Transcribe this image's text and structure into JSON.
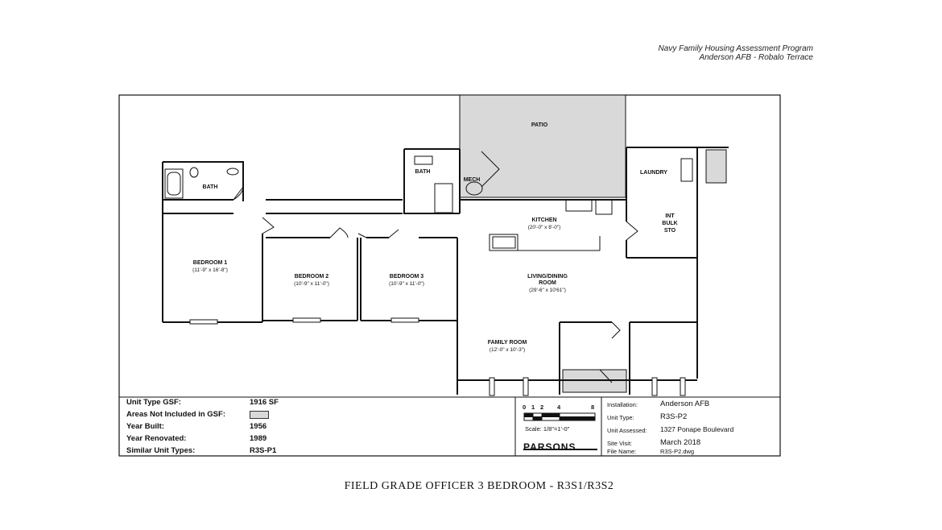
{
  "header": {
    "line1": "Navy Family Housing Assessment Program",
    "line2": "Anderson AFB - Robalo Terrace"
  },
  "rooms": {
    "patio": "PATIO",
    "bath_left": "BATH",
    "bath_center": "BATH",
    "mech": "MECH",
    "laundry": "LAUNDRY",
    "int_bulk_sto": [
      "INT",
      "BULK",
      "STO"
    ],
    "kitchen": "KITCHEN",
    "kitchen_dim": "(20'-0\" x 8'-0\")",
    "bedroom1": "BEDROOM 1",
    "bedroom1_dim": "(11'-9\" x 16'-8\")",
    "bedroom2": "BEDROOM 2",
    "bedroom2_dim": "(10'-9\" x 11'-0\")",
    "bedroom3": "BEDROOM 3",
    "bedroom3_dim": "(10'-9\" x 11'-0\")",
    "living": [
      "LIVING/DINING",
      "ROOM"
    ],
    "living_dim": "(29'-6\" x 10'61\")",
    "family": "FAMILY ROOM",
    "family_dim": "(12'-0\" x 10'-3\")"
  },
  "unit_info": {
    "type_gsf_label": "Unit Type GSF:",
    "type_gsf_value": "1916 SF",
    "areas_label": "Areas Not Included in GSF:",
    "year_built_label": "Year Built:",
    "year_built_value": "1956",
    "year_renovated_label": "Year Renovated:",
    "year_renovated_value": "1989",
    "similar_label": "Similar Unit Types:",
    "similar_value": "R3S-P1"
  },
  "scale": {
    "ticks": [
      "0",
      "1",
      "2",
      "4",
      "8"
    ],
    "text": "Scale: 1/8\"=1'-0\""
  },
  "company": "PARSONS",
  "site_info": {
    "installation_label": "Installation:",
    "installation_value": "Anderson AFB",
    "unit_type_label": "Unit Type:",
    "unit_type_value": "R3S-P2",
    "unit_assessed_label": "Unit Assessed:",
    "unit_assessed_value": "1327 Ponape Boulevard",
    "site_visit_label": "Site Visit:",
    "site_visit_value": "March 2018",
    "file_name_label": "File Name:",
    "file_name_value": "R3S-P2.dwg"
  },
  "footer_title": "FIELD GRADE OFFICER 3 BEDROOM - R3S1/R3S2",
  "colors": {
    "excluded_area": "#d9d9d9",
    "wall": "#111111"
  }
}
